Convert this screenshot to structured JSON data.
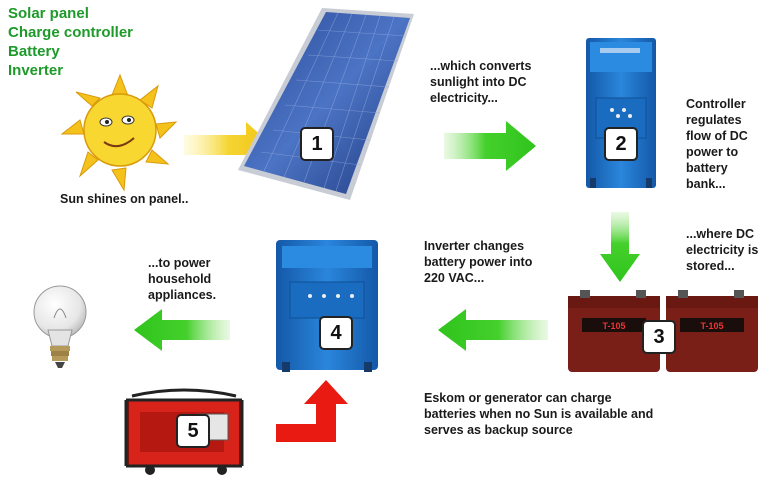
{
  "legend": {
    "items": [
      "Solar panel",
      "Charge controller",
      "Battery",
      "Inverter"
    ],
    "color": "#1e9a2a"
  },
  "captions": {
    "sun": "Sun shines on panel..",
    "converts": "...which converts sunlight into DC electricity...",
    "controller": "Controller regulates flow of DC power to battery bank...",
    "stored": "...where DC electricity is stored...",
    "inverter": "Inverter changes battery power into 220 VAC...",
    "appliances": "...to power household appliances.",
    "generator": "Eskom or generator can charge batteries when no Sun is available and serves as backup source"
  },
  "steps": [
    "1",
    "2",
    "3",
    "4",
    "5"
  ],
  "battery_label": "T-105",
  "colors": {
    "arrow_green": "#33cc22",
    "arrow_yellow": "#f2cc1a",
    "arrow_red": "#e81a12",
    "device_blue": "#1e73c8",
    "battery": "#7a1e18"
  }
}
